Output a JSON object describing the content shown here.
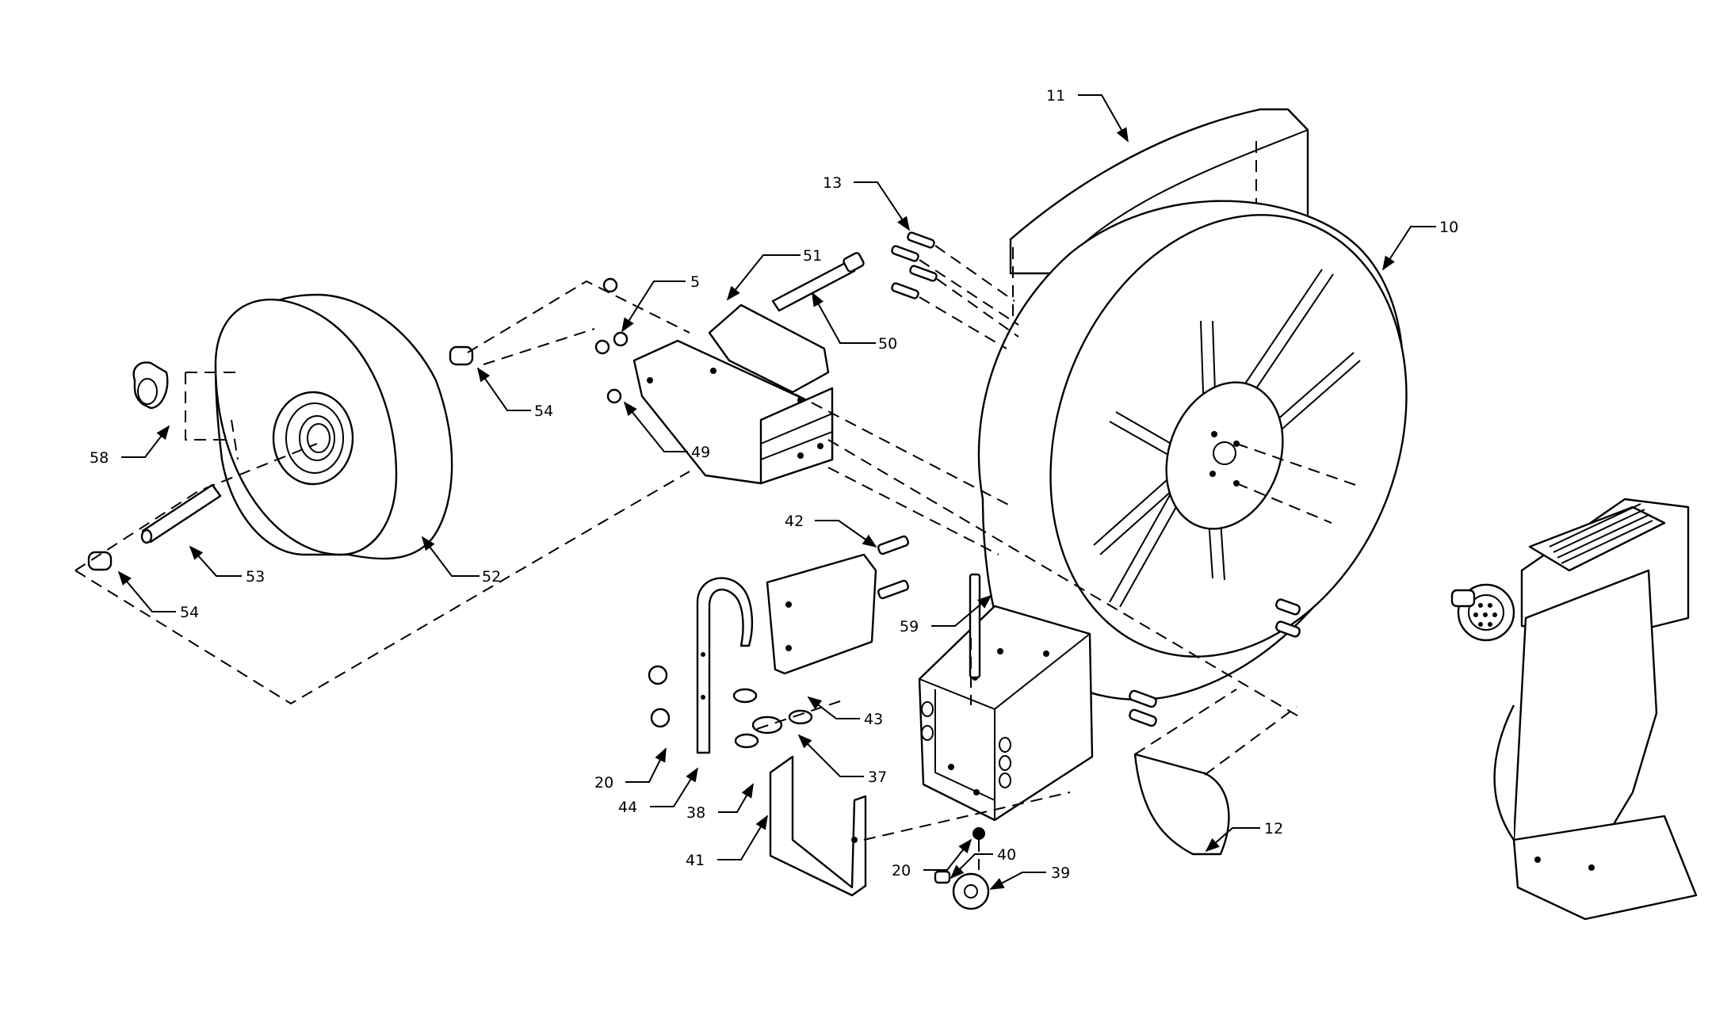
{
  "callouts": {
    "c5": "5",
    "c10": "10",
    "c11": "11",
    "c12": "12",
    "c13": "13",
    "c20a": "20",
    "c20b": "20",
    "c37": "37",
    "c38": "38",
    "c39": "39",
    "c40": "40",
    "c41": "41",
    "c42": "42",
    "c43": "43",
    "c44": "44",
    "c49": "49",
    "c50": "50",
    "c51": "51",
    "c52": "52",
    "c53": "53",
    "c54a": "54",
    "c54b": "54",
    "c58": "58",
    "c59": "59"
  }
}
